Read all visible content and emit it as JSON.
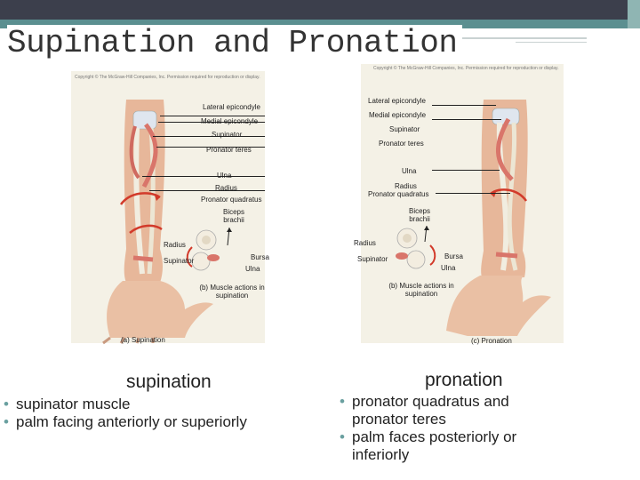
{
  "slide": {
    "title": "Supination and Pronation"
  },
  "figure": {
    "copyright": "Copyright © The McGraw-Hill Companies, Inc. Permission required for reproduction or display.",
    "left": {
      "labels": {
        "lateral_epicondyle": "Lateral epicondyle",
        "medial_epicondyle": "Medial epicondyle",
        "supinator": "Supinator",
        "pronator_teres": "Pronator teres",
        "ulna": "Ulna",
        "radius": "Radius",
        "pronator_quadratus": "Pronator quadratus",
        "biceps_brachii": "Biceps brachii",
        "radius_inset": "Radius",
        "supinator_inset": "Supinator",
        "bursa": "Bursa",
        "ulna_inset": "Ulna"
      },
      "inset_caption": "(b) Muscle actions in supination",
      "panel_caption": "(a) Supination"
    },
    "right": {
      "labels": {
        "lateral_epicondyle": "Lateral epicondyle",
        "medial_epicondyle": "Medial epicondyle",
        "supinator": "Supinator",
        "pronator_teres": "Pronator teres",
        "ulna": "Ulna",
        "radius": "Radius",
        "pronator_quadratus": "Pronator quadratus",
        "biceps_brachii": "Biceps brachii",
        "radius_inset": "Radius",
        "supinator_inset": "Supinator",
        "bursa": "Bursa",
        "ulna_inset": "Ulna"
      },
      "inset_caption": "(b) Muscle actions in supination",
      "panel_caption": "(c) Pronation"
    }
  },
  "supination": {
    "heading": "supination",
    "bullets": [
      "supinator muscle",
      "palm facing anteriorly or superiorly"
    ]
  },
  "pronation": {
    "heading": "pronation",
    "bullets": [
      "pronator quadratus and pronator teres",
      "palm faces posteriorly or inferiorly"
    ]
  },
  "colors": {
    "top_dark": "#3c3f4c",
    "top_teal": "#5b8f90",
    "bullet": "#6aa0a0",
    "panel_bg": "#f4f1e6"
  }
}
